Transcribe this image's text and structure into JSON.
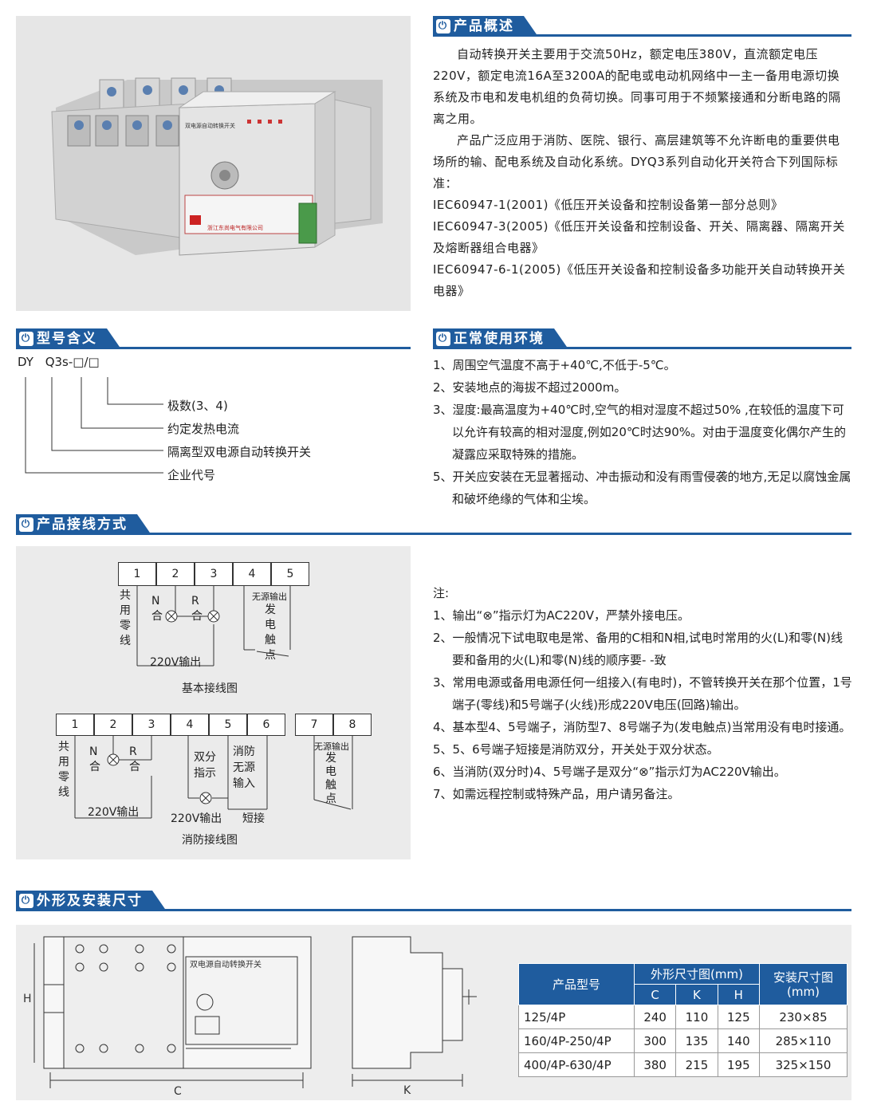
{
  "overview": {
    "title": "产品概述",
    "p1": "自动转换开关主要用于交流50Hz，额定电压380V，直流额定电压220V，额定电流16A至3200A的配电或电动机网络中一主一备用电源切换系统及市电和发电机组的负荷切换。同事可用于不频繁接通和分断电路的隔离之用。",
    "p2": "产品广泛应用于消防、医院、银行、高层建筑等不允许断电的重要供电场所的输、配电系统及自动化系统。DYQ3系列自动化开关符合下列国际标准：",
    "std1": "IEC60947-1(2001)《低压开关设备和控制设备第一部分总则》",
    "std2": "IEC60947-3(2005)《低压开关设备和控制设备、开关、隔离器、隔离开关及熔断器组合电器》",
    "std3": "IEC60947-6-1(2005)《低压开关设备和控制设备多功能开关自动转换开关电器》"
  },
  "model": {
    "title": "型号含义",
    "code_a": "DY",
    "code_b": "Q3s-□/□",
    "items": [
      "极数(3、4)",
      "约定发热电流",
      "隔离型双电源自动转换开关",
      "企业代号"
    ]
  },
  "environment": {
    "title": "正常使用环境",
    "items": [
      "1、周围空气温度不高于+40℃,不低于-5℃。",
      "2、安装地点的海拔不超过2000m。",
      "3、湿度:最高温度为+40℃时,空气的相对湿度不超过50% ,在较低的温度下可以允许有较高的相对湿度,例如20℃时达90%。对由于温度变化偶尔产生的凝露应采取特殊的措施。",
      "5、开关应安装在无显著摇动、冲击振动和没有雨雪侵袭的地方,无足以腐蚀金属和破坏绝缘的气体和尘埃。"
    ]
  },
  "wiring": {
    "title": "产品接线方式",
    "basic_caption": "基本接线图",
    "fire_caption": "消防接线图",
    "basic_terms": [
      "1",
      "2",
      "3",
      "4",
      "5"
    ],
    "fire_terms": [
      "1",
      "2",
      "3",
      "4",
      "5",
      "6"
    ],
    "fire_terms2": [
      "7",
      "8"
    ],
    "common_zero": "共用零线",
    "n_he": "N合",
    "r_he": "R合",
    "out220": "220V输出",
    "dry_output": "无源输出",
    "gen_contact": "发电触点",
    "double_off": "双分指示",
    "fire_input": "消防无源输入",
    "short": "短接",
    "notes_title": "注:",
    "notes": [
      "1、输出“⊗”指示灯为AC220V，严禁外接电压。",
      "2、一般情况下试电取电是常、备用的C相和N相,试电时常用的火(L)和零(N)线要和备用的火(L)和零(N)线的顺序要- -致",
      "3、常用电源或备用电源任何一组接入(有电时)，不管转换开关在那个位置，1号端子(零线)和5号端子(火线)形成220V电压(回路)输出。",
      "4、基本型4、5号端子，消防型7、8号端子为(发电触点)当常用没有电时接通。",
      "5、5、6号端子短接是消防双分，开关处于双分状态。",
      "6、当消防(双分时)4、5号端子是双分“⊗”指示灯为AC220V输出。",
      "7、如需远程控制或特殊产品，用户请另备注。"
    ]
  },
  "dimensions": {
    "title": "外形及安装尺寸",
    "front_label": "双电源自动转换开关",
    "dim_h": "H",
    "dim_c": "C",
    "dim_k": "K",
    "table": {
      "col_model": "产品型号",
      "col_outline": "外形尺寸图(mm)",
      "col_install": "安装尺寸图(mm)",
      "sub": [
        "C",
        "K",
        "H"
      ],
      "rows": [
        [
          "125/4P",
          "240",
          "110",
          "125",
          "230×85"
        ],
        [
          "160/4P-250/4P",
          "300",
          "135",
          "140",
          "285×110"
        ],
        [
          "400/4P-630/4P",
          "380",
          "215",
          "195",
          "325×150"
        ]
      ]
    }
  },
  "product_photo": {
    "panel_title": "双电源自动转换开关",
    "maker": "浙江东尚电气有限公司"
  }
}
